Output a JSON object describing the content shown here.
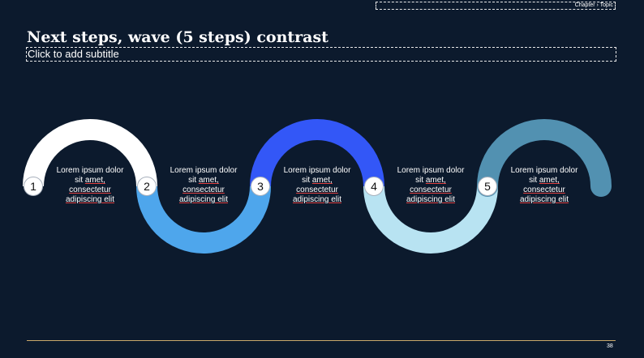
{
  "header": {
    "breadcrumb": "Chapter › Topic"
  },
  "slide": {
    "title": "Next steps, wave (5 steps) contrast",
    "subtitle_placeholder": "Click to add subtitle",
    "page_number": "38"
  },
  "colors": {
    "background": "#0c1a2d",
    "step1": "#ffffff",
    "step2": "#4ea6ec",
    "step3": "#3357f7",
    "step4": "#b8e3f2",
    "step5": "#5291b1",
    "footer_line": "#c9a86a"
  },
  "steps": [
    {
      "number": "1",
      "line1": "Lorem ipsum dolor",
      "line2a": "sit ",
      "line2b": "amet,",
      "line3": "consectetur",
      "line4": "adipiscing elit"
    },
    {
      "number": "2",
      "line1": "Lorem ipsum dolor",
      "line2a": "sit ",
      "line2b": "amet,",
      "line3": "consectetur",
      "line4": "adipiscing elit"
    },
    {
      "number": "3",
      "line1": "Lorem ipsum dolor",
      "line2a": "sit ",
      "line2b": "amet,",
      "line3": "consectetur",
      "line4": "adipiscing elit"
    },
    {
      "number": "4",
      "line1": "Lorem ipsum dolor",
      "line2a": "sit ",
      "line2b": "amet,",
      "line3": "consectetur",
      "line4": "adipiscing elit"
    },
    {
      "number": "5",
      "line1": "Lorem ipsum dolor",
      "line2a": "sit ",
      "line2b": "amet,",
      "line3": "consectetur",
      "line4": "adipiscing elit"
    }
  ]
}
